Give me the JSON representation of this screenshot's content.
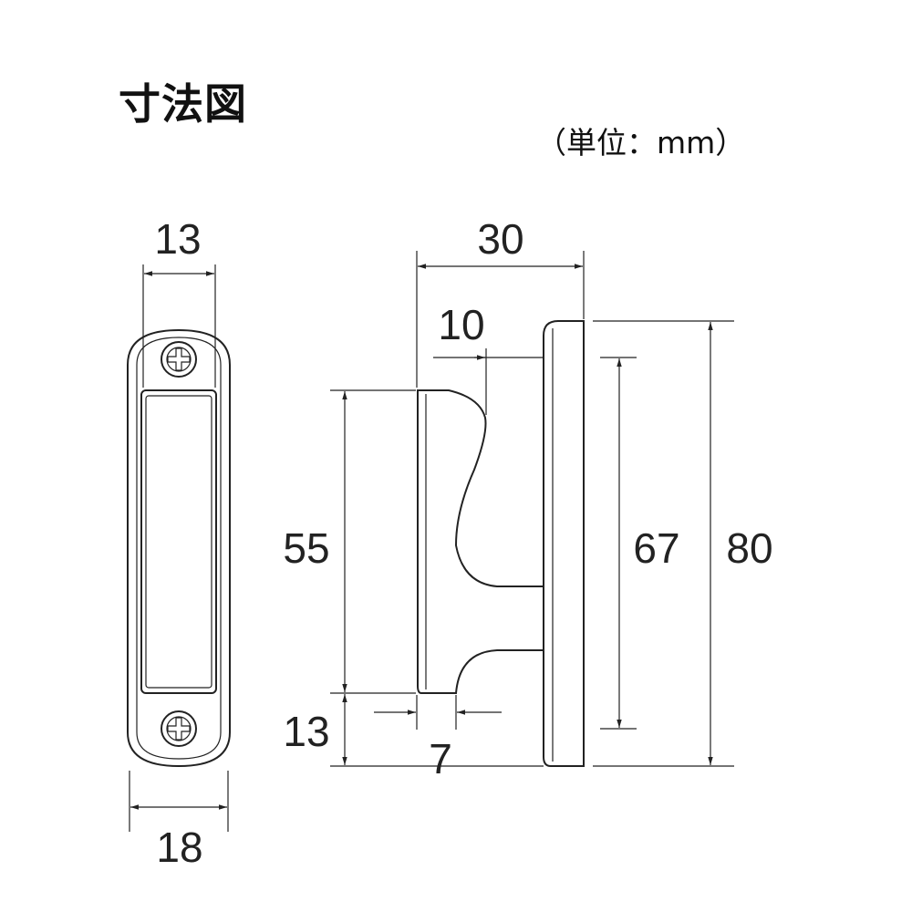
{
  "title": "寸法図",
  "unit_label": "（単位：mm）",
  "front_view": {
    "dim_top": "13",
    "dim_bottom": "18"
  },
  "side_view": {
    "dim_width": "30",
    "dim_hook": "10",
    "dim_height_hook": "55",
    "dim_bottom_gap": "13",
    "dim_lip": "7",
    "dim_screw_pitch": "67",
    "dim_total_height": "80"
  }
}
